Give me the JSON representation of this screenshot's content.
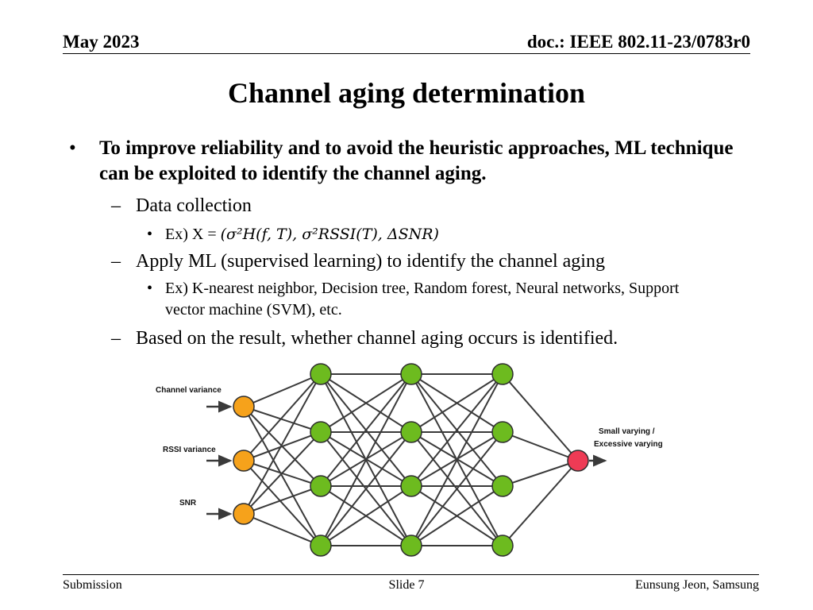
{
  "header": {
    "date": "May 2023",
    "doc_id": "doc.: IEEE 802.11-23/0783r0"
  },
  "title": "Channel aging determination",
  "bullets": {
    "main": "To improve reliability and to avoid the heuristic approaches, ML technique can be exploited to identify the channel aging.",
    "bullet_char": "•",
    "dash_char": "–",
    "dot_char": "•",
    "data_collection": "Data collection",
    "ex_prefix": "Ex) X = ",
    "ex_formula": "(σ²H(f, T), σ²RSSI(T), ΔSNR)",
    "apply_ml": "Apply ML (supervised learning) to identify the channel aging",
    "ml_examples": "Ex) K-nearest neighbor, Decision tree, Random forest, Neural networks, Support vector machine (SVM), etc.",
    "based_on": "Based on the result, whether channel aging occurs is identified."
  },
  "diagram": {
    "input_labels": [
      "Channel variance",
      "RSSI variance",
      "SNR"
    ],
    "output_label_line1": "Small varying /",
    "output_label_line2": "Excessive varying",
    "colors": {
      "input": "#f6a21b",
      "hidden": "#6dbb1f",
      "output": "#ee3b55",
      "edge": "#3a3a3a"
    }
  },
  "footer": {
    "left": "Submission",
    "center": "Slide 7",
    "right": "Eunsung Jeon, Samsung"
  }
}
